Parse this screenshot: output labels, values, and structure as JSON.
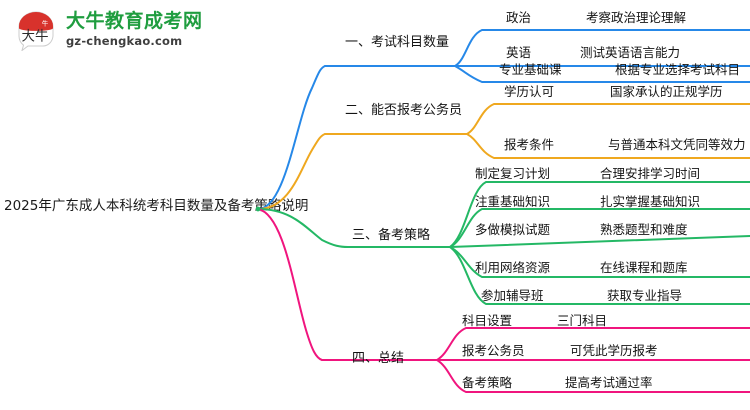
{
  "logo": {
    "mark_label": "大牛",
    "brand_cn": "大牛教育成考网",
    "brand_en": "gz-chengkao.com",
    "brand_color": "#1f9d3f",
    "mark_color": "#d8322c"
  },
  "mindmap": {
    "root": "2025年广东成人本科统考科目数量及备考策略说明",
    "branch_colors": {
      "blue": "#2688e8",
      "orange": "#efa81f",
      "green": "#24b865",
      "pink": "#f0157e"
    },
    "branches": [
      {
        "label": "一、考试科目数量",
        "color": "#2688e8",
        "children": [
          {
            "label": "政治",
            "detail": "考察政治理论理解"
          },
          {
            "label": "英语",
            "detail": "测试英语语言能力"
          },
          {
            "label": "专业基础课",
            "detail": "根据专业选择考试科目"
          }
        ]
      },
      {
        "label": "二、能否报考公务员",
        "color": "#efa81f",
        "children": [
          {
            "label": "学历认可",
            "detail": "国家承认的正规学历"
          },
          {
            "label": "报考条件",
            "detail": "与普通本科文凭同等效力"
          }
        ]
      },
      {
        "label": "三、备考策略",
        "color": "#24b865",
        "children": [
          {
            "label": "制定复习计划",
            "detail": "合理安排学习时间"
          },
          {
            "label": "注重基础知识",
            "detail": "扎实掌握基础知识"
          },
          {
            "label": "多做模拟试题",
            "detail": "熟悉题型和难度"
          },
          {
            "label": "利用网络资源",
            "detail": "在线课程和题库"
          },
          {
            "label": "参加辅导班",
            "detail": "获取专业指导"
          }
        ]
      },
      {
        "label": "四、总结",
        "color": "#f0157e",
        "children": [
          {
            "label": "科目设置",
            "detail": "三门科目"
          },
          {
            "label": "报考公务员",
            "detail": "可凭此学历报考"
          },
          {
            "label": "备考策略",
            "detail": "提高考试通过率"
          }
        ]
      }
    ]
  }
}
